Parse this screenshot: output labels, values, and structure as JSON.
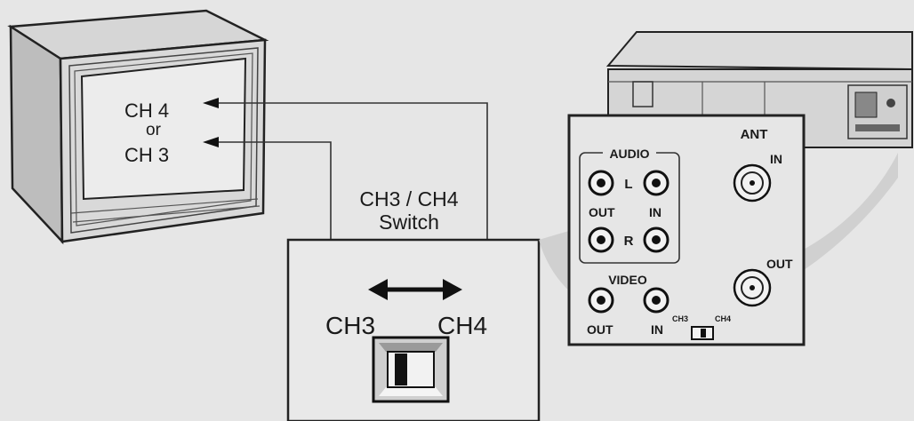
{
  "tv": {
    "screen_line1": "CH 4",
    "screen_line2": "or",
    "screen_line3": "CH 3"
  },
  "switch": {
    "title_line1": "CH3 / CH4",
    "title_line2": "Switch",
    "left_label": "CH3",
    "right_label": "CH4"
  },
  "vcr_panel": {
    "audio_label": "AUDIO",
    "left_channel": "L",
    "right_channel": "R",
    "out_label": "OUT",
    "in_label": "IN",
    "video_label": "VIDEO",
    "video_out_label": "OUT",
    "video_in_label": "IN",
    "ant_label": "ANT",
    "ant_in_label": "IN",
    "ant_out_label": "OUT",
    "mini_ch3": "CH3",
    "mini_ch4": "CH4"
  }
}
